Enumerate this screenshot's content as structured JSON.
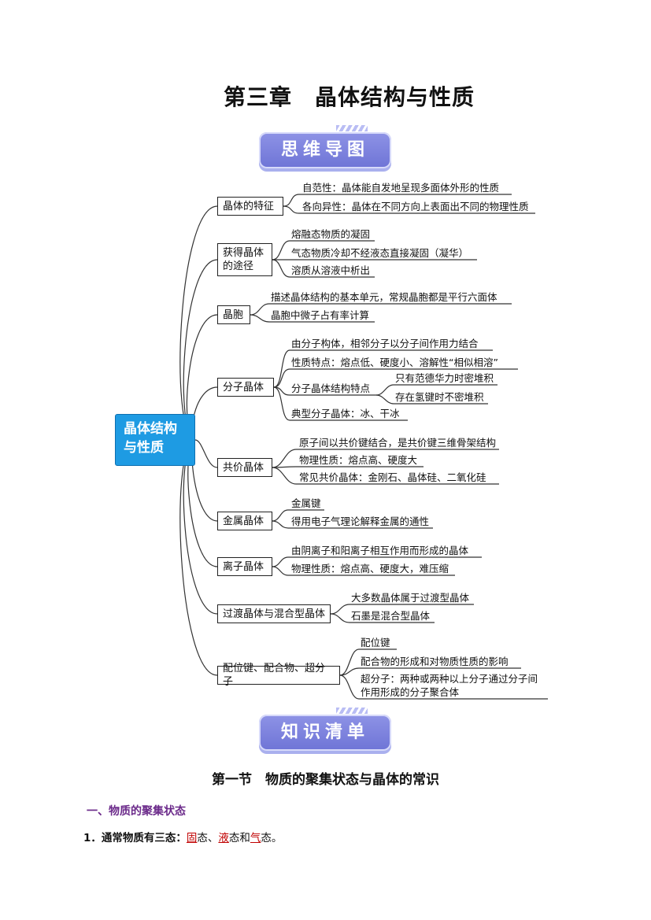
{
  "title": "第三章　晶体结构与性质",
  "banner1": "思维导图",
  "banner2": "知识清单",
  "root": "晶体结构与性质",
  "branches": [
    {
      "label": "晶体的特征",
      "items": [
        "自范性：晶体能自发地呈现多面体外形的性质",
        "各向异性：晶体在不同方向上表面出不同的物理性质"
      ]
    },
    {
      "label": "获得晶体的途径",
      "items": [
        "熔融态物质的凝固",
        "气态物质冷却不经液态直接凝固（凝华）",
        "溶质从溶液中析出"
      ]
    },
    {
      "label": "晶胞",
      "items": [
        "描述晶体结构的基本单元，常规晶胞都是平行六面体",
        "晶胞中微子占有率计算"
      ]
    },
    {
      "label": "分子晶体",
      "items": [
        "由分子构体，相邻分子以分子间作用力结合",
        "性质特点：熔点低、硬度小、溶解性“相似相溶”",
        "分子晶体结构特点",
        "典型分子晶体：冰、干冰"
      ],
      "sub_items": [
        "只有范德华力时密堆积",
        "存在氢键时不密堆积"
      ]
    },
    {
      "label": "共价晶体",
      "items": [
        "原子间以共价键结合，是共价键三维骨架结构",
        "物理性质：熔点高、硬度大",
        "常见共价晶体：金刚石、晶体硅、二氧化硅"
      ]
    },
    {
      "label": "金属晶体",
      "items": [
        "金属键",
        "得用电子气理论解释金属的通性"
      ]
    },
    {
      "label": "离子晶体",
      "items": [
        "由阴离子和阳离子相互作用而形成的晶体",
        "物理性质：熔点高、硬度大，难压缩"
      ]
    },
    {
      "label": "过渡晶体与混合型晶体",
      "items": [
        "大多数晶体属于过渡型晶体",
        "石墨是混合型晶体"
      ]
    },
    {
      "label": "配位键、配合物、超分子",
      "items": [
        "配位键",
        "配合物的形成和对物质性质的影响",
        "超分子：两种或两种以上分子通过分子间",
        "作用形成的分子聚合体"
      ]
    }
  ],
  "section_title": "第一节　物质的聚集状态与晶体的常识",
  "subsection_title": "一、物质的聚集状态",
  "item1": {
    "prefix": "1．通常物质有三态：",
    "s1": "固",
    "t1": "态、",
    "s2": "液",
    "t2": "态和",
    "s3": "气",
    "t3": "态。"
  }
}
